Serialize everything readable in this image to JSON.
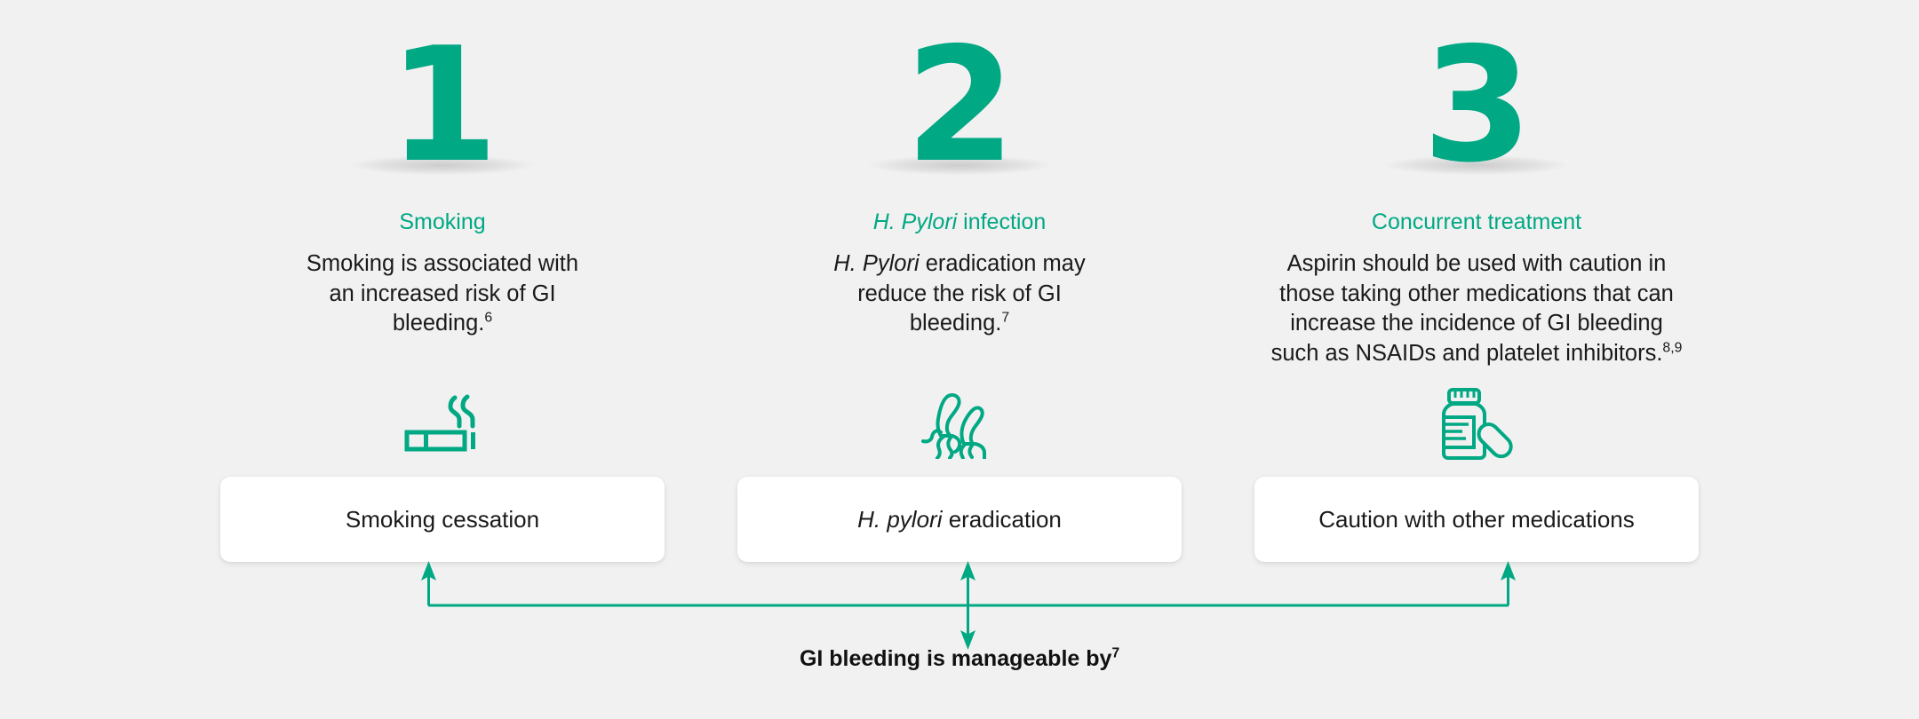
{
  "theme": {
    "background": "#f1f1f1",
    "accent_green": "#00a883",
    "card_background": "#ffffff",
    "body_text": "#1a1a1a"
  },
  "columns": [
    {
      "numeral": "1",
      "heading_prefix": "",
      "heading": "Smoking",
      "heading_italic": "",
      "body_italic": "",
      "body": "Smoking is associated with an increased risk of GI bleeding.",
      "body_sup": "6",
      "icon": "cigarette-icon",
      "card_italic": "",
      "card_label": "Smoking cessation"
    },
    {
      "numeral": "2",
      "heading_italic": "H. Pylori",
      "heading": " infection",
      "body_italic": "H. Pylori",
      "body": " eradication may reduce the risk of GI bleeding.",
      "body_sup": "7",
      "icon": "bacteria-icon",
      "card_italic": "H. pylori",
      "card_label": " eradication"
    },
    {
      "numeral": "3",
      "heading_italic": "",
      "heading": "Concurrent treatment",
      "body_italic": "",
      "body": "Aspirin should be used with caution in those taking other medications that can increase the incidence of GI bleeding such as NSAIDs and platelet inhibitors.",
      "body_sup": "8,9",
      "icon": "pill-bottle-icon",
      "card_italic": "",
      "card_label": "Caution with other medications"
    }
  ],
  "footer": {
    "caption": "GI bleeding is manageable by",
    "caption_sup": "7"
  }
}
